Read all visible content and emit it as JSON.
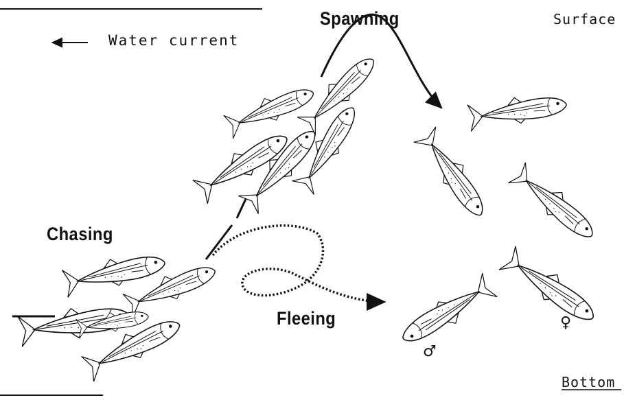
{
  "labels": {
    "legend": "Water current",
    "spawning": "Spawning",
    "chasing": "Chasing",
    "fleeing": "Fleeing",
    "surface": "Surface",
    "bottom": "Bottom",
    "male_symbol": "♂",
    "female_symbol": "♀"
  }
}
